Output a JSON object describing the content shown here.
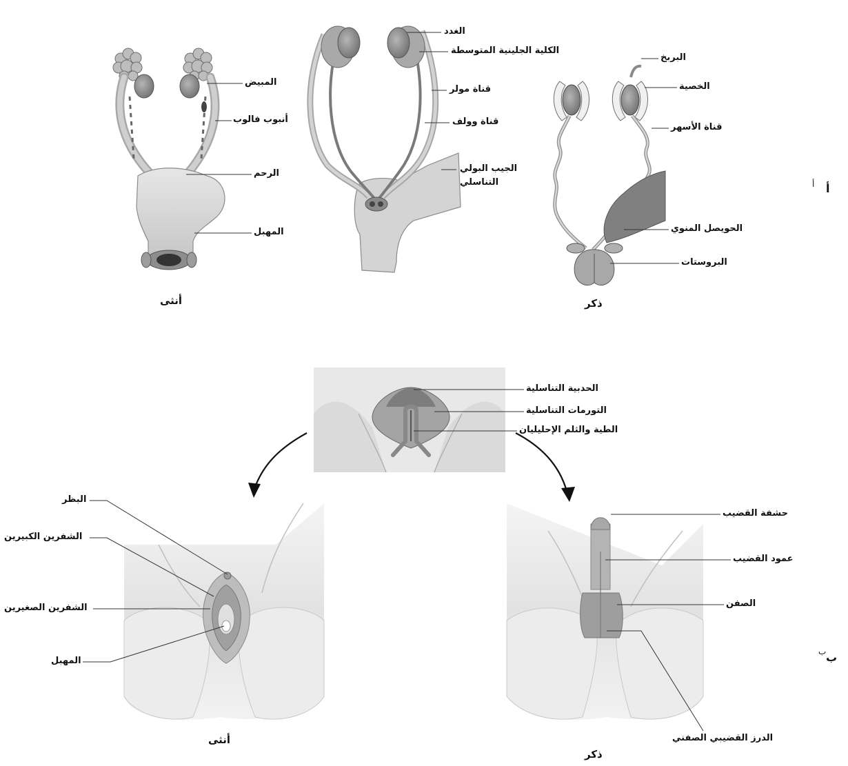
{
  "panels": {
    "a": {
      "marker": "أ",
      "marker_small": "أ",
      "female_caption": "أنثى",
      "male_caption": "ذكر",
      "female_labels": {
        "ovary": "المبيض",
        "fallopian_tube": "أنبوب فالوب",
        "uterus": "الرحم",
        "vagina": "المهبل"
      },
      "indifferent_labels": {
        "gonad": "الغدد",
        "mesonephros": "الكلية الجلينية المتوسطة",
        "mullerian_duct": "قناة مولر",
        "wolffian_duct": "قناة وولف",
        "urogenital_sinus_line1": "الجيب البولي",
        "urogenital_sinus_line2": "التناسلي"
      },
      "male_labels": {
        "epididymis": "البربخ",
        "testis": "الخصية",
        "vas_deferens": "قناة الأسهر",
        "seminal_vesicle": "الحويصل المنوي",
        "prostate": "البروستات"
      }
    },
    "b": {
      "marker": "ب",
      "marker_small": "ب",
      "female_caption": "أنثى",
      "male_caption": "ذكر",
      "indifferent_labels": {
        "genital_tubercle": "الحدبية التناسلية",
        "genital_swellings": "التورمات التناسلية",
        "urethral_folds": "الطية والثلم الإحليليان"
      },
      "female_labels": {
        "clitoris": "البظر",
        "labia_majora": "الشفرين الكبيرين",
        "labia_minora": "الشفرين الصغيرين",
        "vagina": "المهبل"
      },
      "male_labels": {
        "glans": "حشفة القضيب",
        "shaft": "عمود القضيب",
        "scrotum": "الصفن",
        "raphe": "الدرز القضيبي الصفني"
      }
    }
  },
  "colors": {
    "tissue_light": "#dcdcdc",
    "tissue_mid": "#b9b9b9",
    "tissue_dark": "#8a8a8a",
    "outline": "#6e6e6e",
    "leader": "#333333"
  }
}
